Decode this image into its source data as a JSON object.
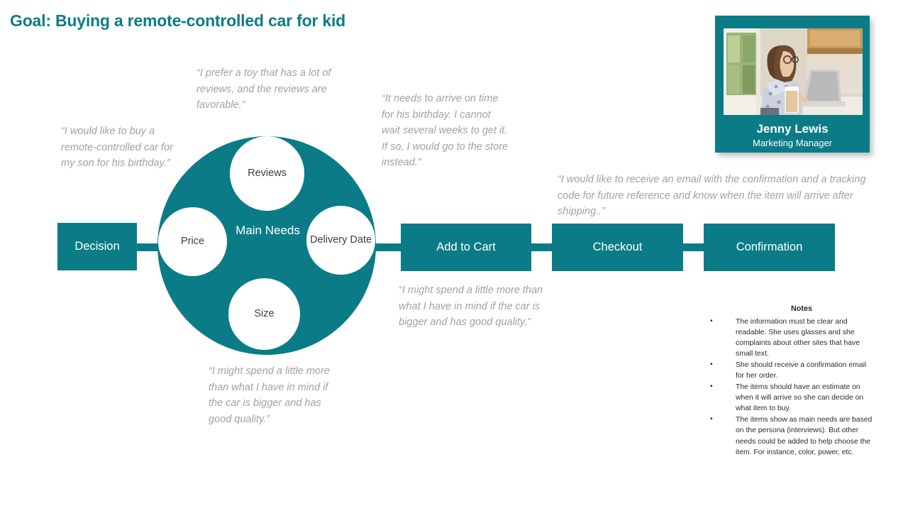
{
  "page": {
    "title": "Goal: Buying a remote-controlled car for kid",
    "accent_color": "#0b7c87",
    "quote_color": "#a2a2a2"
  },
  "flow": {
    "steps": [
      {
        "id": "decision",
        "label": "Decision"
      },
      {
        "id": "add-to-cart",
        "label": "Add to Cart"
      },
      {
        "id": "checkout",
        "label": "Checkout"
      },
      {
        "id": "confirmation",
        "label": "Confirmation"
      }
    ]
  },
  "main_needs": {
    "center_label": "Main Needs",
    "bubbles": [
      {
        "id": "reviews",
        "label": "Reviews"
      },
      {
        "id": "price",
        "label": "Price"
      },
      {
        "id": "delivery-date",
        "label": "Delivery Date"
      },
      {
        "id": "size",
        "label": "Size"
      }
    ]
  },
  "quotes": {
    "decision": "“I would like to buy a remote-controlled car for my son for his birthday.”",
    "reviews": "“I prefer a toy that has a lot of reviews, and the reviews are favorable.”",
    "delivery": "“It needs to arrive on time for his birthday. I cannot wait several weeks to get it.  If so, I would go to the store instead.”",
    "confirmation": "“I would like to receive an email with the confirmation and a tracking code for future reference and know when the item will arrive after shipping..”",
    "add_to_cart": "“I might spend a little more than what I have in mind if the car is bigger and has good quality.”",
    "size": "“I might spend a little more than what I have in mind if the car is bigger and has good quality.”"
  },
  "persona": {
    "name": "Jenny Lewis",
    "role": "Marketing  Manager",
    "photo_alt": "woman-with-glasses-using-laptop-in-kitchen"
  },
  "notes": {
    "title": "Notes",
    "bullet_glyph": "•",
    "items": [
      "The information must be clear and readable. She uses glasses and she complaints about other sites that have small text.",
      "She should receive a confirmation email for her  order.",
      "The items should have an estimate on when it will arrive so she can decide on what item to buy.",
      "The items show as main needs are based on the persona (interviews). But other needs could be added to help choose the item. For instance, color, power, etc."
    ]
  }
}
